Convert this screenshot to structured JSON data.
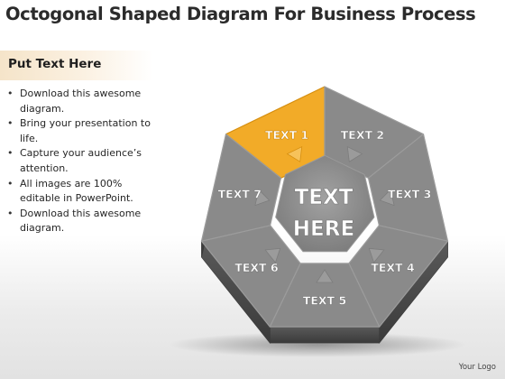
{
  "slide": {
    "title": "Octogonal Shaped Diagram For Business Process",
    "subheading": "Put Text Here",
    "bullets": [
      "Download this awesome diagram.",
      "Bring your presentation to life.",
      "Capture your audience’s attention.",
      "All images are 100% editable in PowerPoint.",
      "Download this awesome diagram."
    ],
    "footer": "Your Logo"
  },
  "diagram": {
    "center_label": [
      "TEXT",
      "HERE"
    ],
    "segments": [
      {
        "label": "TEXT 1",
        "highlighted": true
      },
      {
        "label": "TEXT 2",
        "highlighted": false
      },
      {
        "label": "TEXT 3",
        "highlighted": false
      },
      {
        "label": "TEXT 4",
        "highlighted": false
      },
      {
        "label": "TEXT 5",
        "highlighted": false
      },
      {
        "label": "TEXT 6",
        "highlighted": false
      },
      {
        "label": "TEXT 7",
        "highlighted": false
      }
    ]
  },
  "colors": {
    "highlight": "#f2ab28",
    "segment_fill": "#8a8a8a",
    "segment_side": "#4e4e4e",
    "label_text": "#ffffff",
    "subhead_band": "#f5e4c9"
  }
}
